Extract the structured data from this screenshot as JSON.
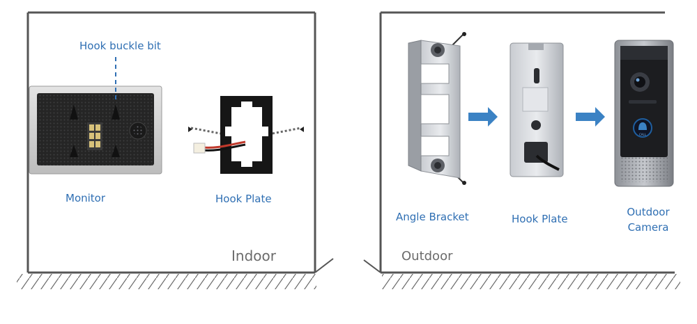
{
  "indoor": {
    "title": "Indoor",
    "hook_buckle_label": "Hook buckle bit",
    "monitor_label": "Monitor",
    "hook_plate_label": "Hook Plate"
  },
  "outdoor": {
    "title": "Outdoor",
    "angle_bracket_label": "Angle Bracket",
    "hook_plate_label": "Hook Plate",
    "camera_label_line1": "Outdoor",
    "camera_label_line2": "Camera",
    "call_button_text": "CALL"
  },
  "colors": {
    "label_blue": "#2f6fb3",
    "arrow_blue": "#3b82c4",
    "wall_gray": "#555555",
    "title_gray": "#6b6b6b"
  }
}
